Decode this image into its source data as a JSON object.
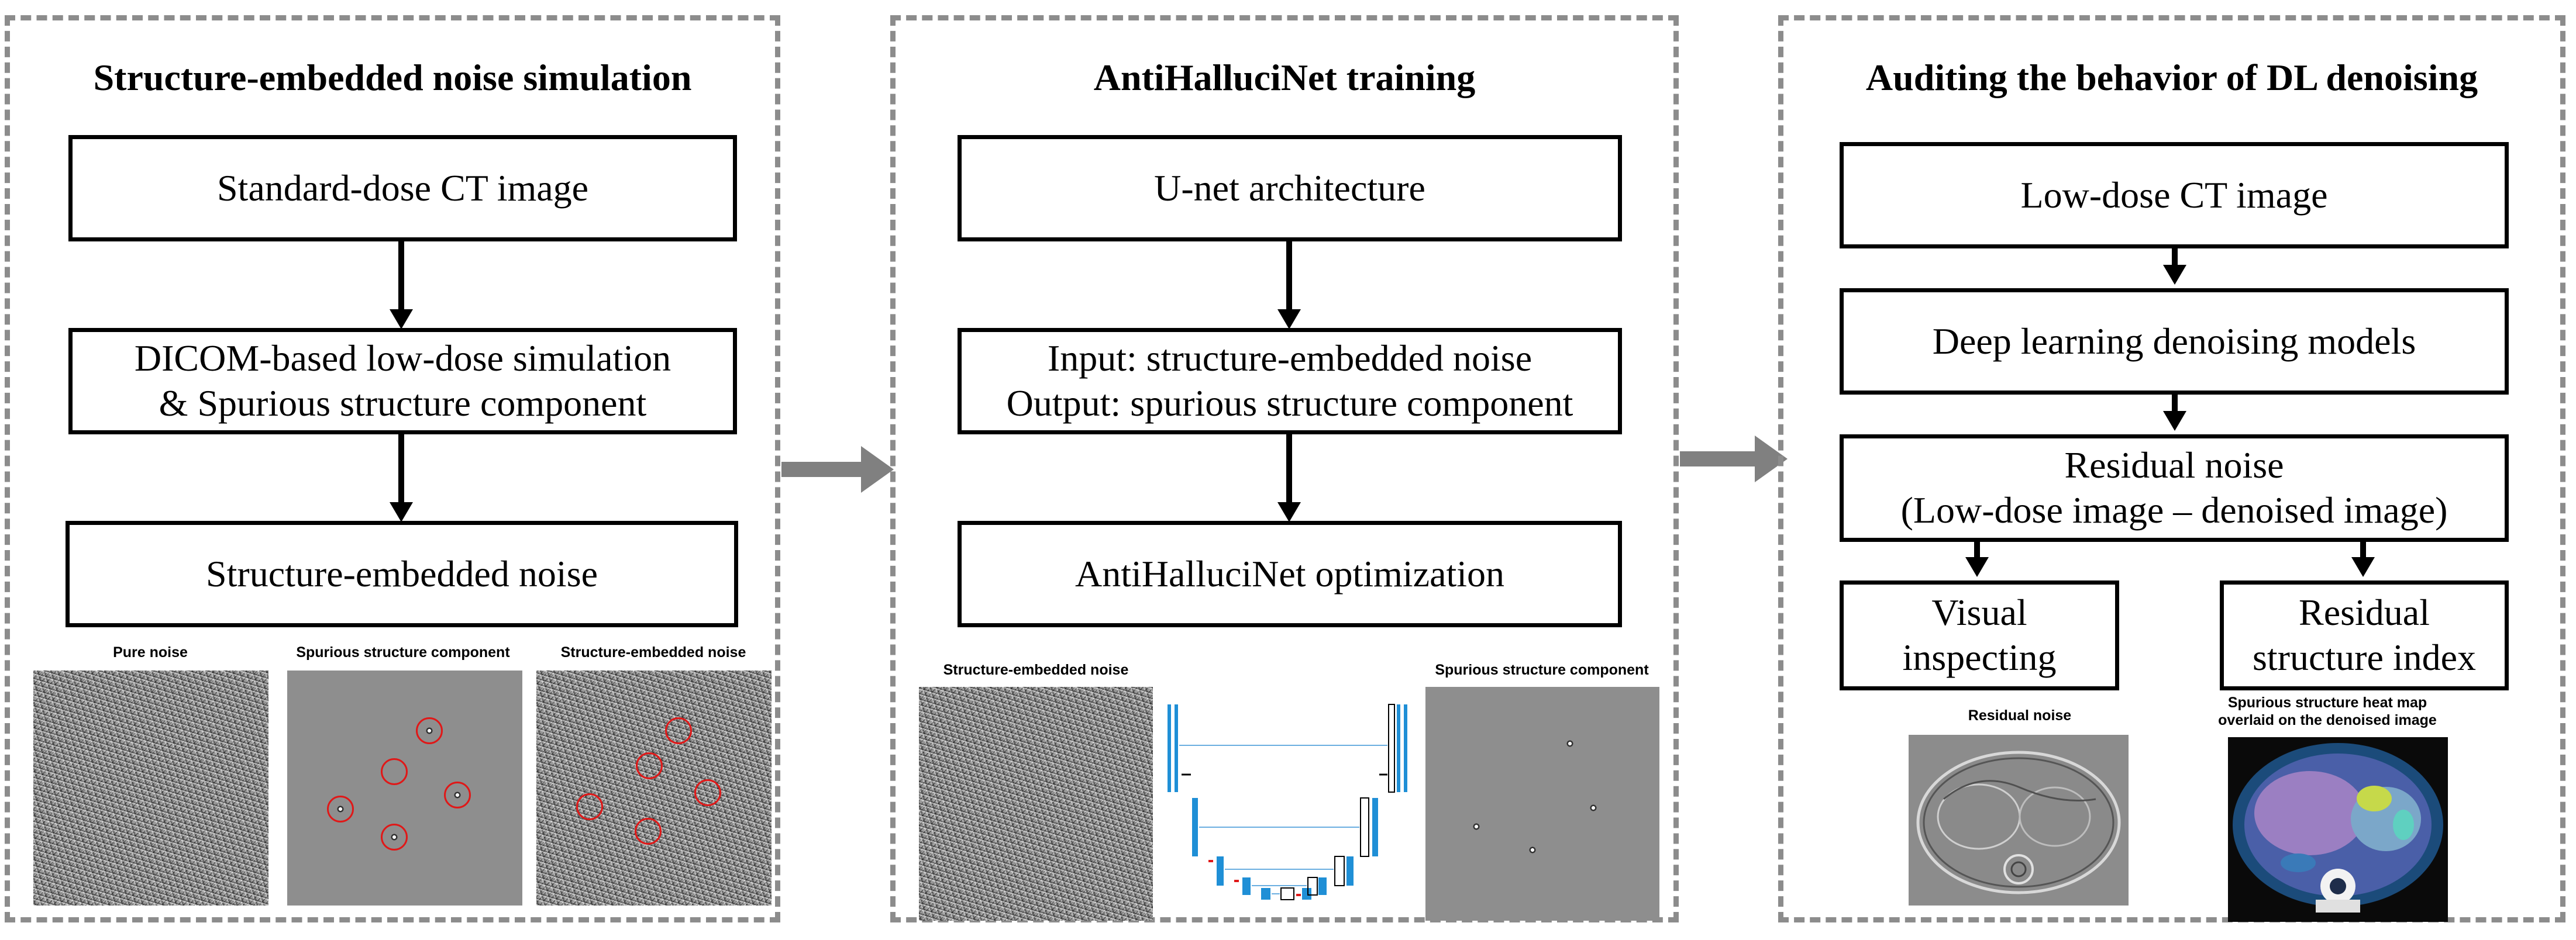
{
  "panels": [
    {
      "title": "Structure-embedded noise simulation",
      "boxes": [
        {
          "lines": [
            "Standard-dose CT image"
          ]
        },
        {
          "lines": [
            "DICOM-based low-dose simulation",
            "& Spurious structure component"
          ]
        },
        {
          "lines": [
            "Structure-embedded noise"
          ]
        }
      ],
      "captions": [
        "Pure noise",
        "Spurious structure component",
        "Structure-embedded noise"
      ]
    },
    {
      "title": "AntiHalluciNet training",
      "boxes": [
        {
          "lines": [
            "U-net architecture"
          ]
        },
        {
          "lines": [
            "Input: structure-embedded noise",
            "Output: spurious structure component"
          ]
        },
        {
          "lines": [
            "AntiHalluciNet optimization"
          ]
        }
      ],
      "captions": [
        "Structure-embedded noise",
        "Spurious structure component"
      ]
    },
    {
      "title": "Auditing the behavior of DL denoising",
      "boxes": [
        {
          "lines": [
            "Low-dose CT image"
          ]
        },
        {
          "lines": [
            "Deep learning denoising models"
          ]
        },
        {
          "lines": [
            "Residual noise",
            "(Low-dose image – denoised image)"
          ]
        },
        {
          "lines": [
            "Visual",
            "inspecting"
          ]
        },
        {
          "lines": [
            "Residual",
            "structure index"
          ]
        }
      ],
      "captions": [
        "Residual noise",
        "Spurious structure heat map overlaid on the denoised image"
      ]
    }
  ],
  "colors": {
    "panel_border": "#8c8c8c",
    "flow_arrow": "#808080",
    "highlight_circle": "#e01818",
    "unet_block": "#1f8fd6"
  }
}
